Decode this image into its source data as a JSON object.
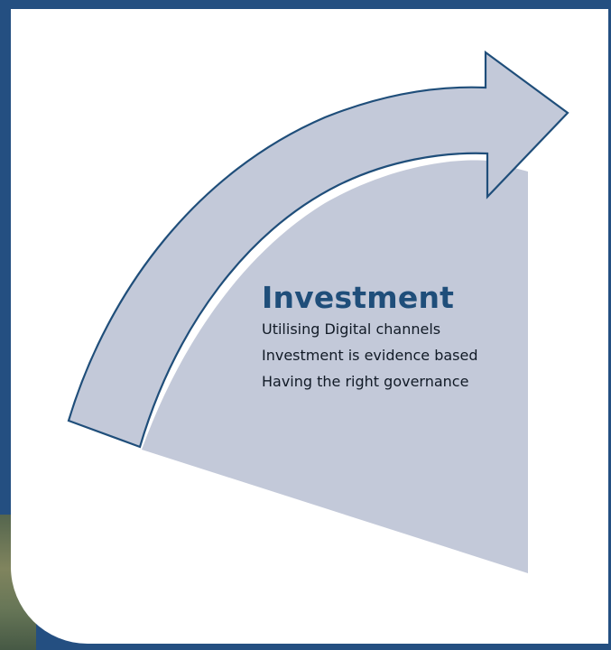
{
  "section": {
    "heading": "Investment",
    "items": [
      {
        "label": "Utilising Digital channels"
      },
      {
        "label": "Investment is evidence based"
      },
      {
        "label": "Having the right governance"
      }
    ]
  },
  "colors": {
    "frame": "#244f81",
    "arrow_fill": "#c3c9d9",
    "arrow_stroke": "#1f4e7a",
    "heading": "#1f4e7a"
  }
}
